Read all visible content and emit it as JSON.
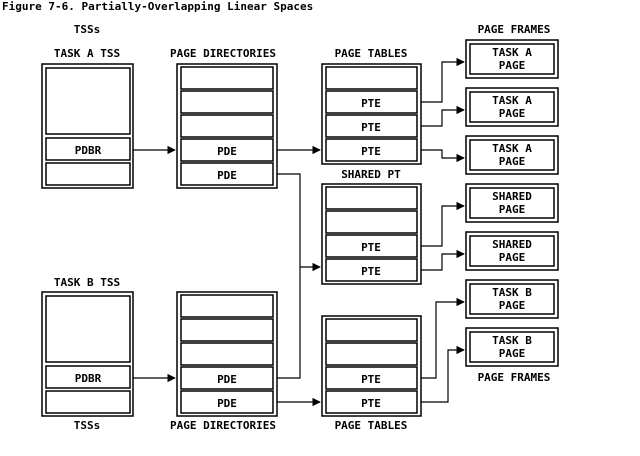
{
  "figure": {
    "caption": "Figure 7-6. Partially-Overlapping Linear Spaces"
  },
  "headings": {
    "tss_top": "TSSs",
    "task_a_tss": "TASK A TSS",
    "page_directories_top": "PAGE DIRECTORIES",
    "page_tables_top": "PAGE TABLES",
    "page_frames_top": "PAGE FRAMES",
    "shared_pt": "SHARED PT",
    "task_b_tss": "TASK B TSS",
    "tss_bottom": "TSSs",
    "page_directories_bottom": "PAGE DIRECTORIES",
    "page_tables_bottom": "PAGE TABLES",
    "page_frames_bottom": "PAGE FRAMES"
  },
  "labels": {
    "pdbr": "PDBR",
    "pde": "PDE",
    "pte": "PTE"
  },
  "frames": [
    {
      "line1": "TASK A",
      "line2": "PAGE"
    },
    {
      "line1": "TASK A",
      "line2": "PAGE"
    },
    {
      "line1": "TASK A",
      "line2": "PAGE"
    },
    {
      "line1": "SHARED",
      "line2": "PAGE"
    },
    {
      "line1": "SHARED",
      "line2": "PAGE"
    },
    {
      "line1": "TASK B",
      "line2": "PAGE"
    },
    {
      "line1": "TASK B",
      "line2": "PAGE"
    }
  ]
}
